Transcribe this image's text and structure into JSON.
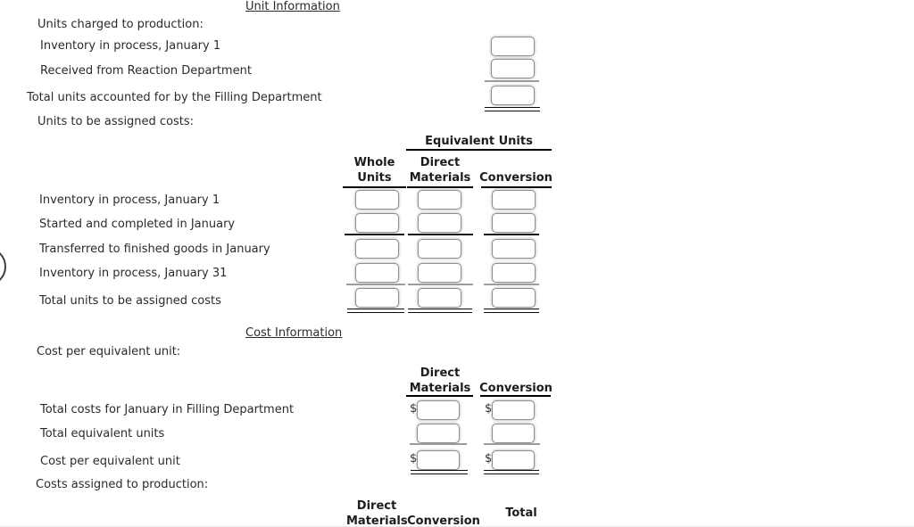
{
  "currency": "$",
  "unit_info": {
    "heading": "Unit Information",
    "units_charged_label": "Units charged to production:",
    "inventory_jan1_label": "Inventory in process, January 1",
    "received_label": "Received from Reaction Department",
    "total_accounted_label": "Total units accounted for by the Filling Department",
    "units_assigned_label": "Units to be assigned costs:"
  },
  "equivalent_units": {
    "title": "Equivalent Units",
    "columns": {
      "whole": "Whole Units",
      "materials": "Direct Materials",
      "conversion": "Conversion"
    },
    "rows": [
      "Inventory in process, January 1",
      "Started and completed in January",
      "Transferred to finished goods in January",
      "Inventory in process, January 31",
      "Total units to be assigned costs"
    ]
  },
  "cost_info": {
    "heading": "Cost Information",
    "cost_per_unit_heading": "Cost per equivalent unit:",
    "columns": {
      "materials": "Direct Materials",
      "conversion": "Conversion"
    },
    "rows": [
      "Total costs for January in Filling Department",
      "Total equivalent units",
      "Cost per equivalent unit"
    ],
    "costs_assigned_label": "Costs assigned to production:"
  },
  "costs_assigned": {
    "columns": {
      "materials": "Direct Materials",
      "conversion": "Conversion",
      "total": "Total"
    }
  }
}
